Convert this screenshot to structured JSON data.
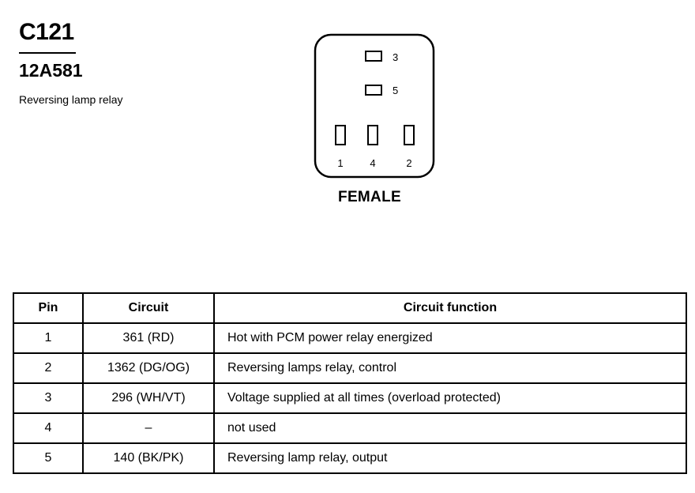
{
  "connector": {
    "id": "C121",
    "part_number": "12A581",
    "description": "Reversing lamp relay"
  },
  "face_view": {
    "label": "FEMALE",
    "cavities": [
      "3",
      "5",
      "1",
      "4",
      "2"
    ]
  },
  "table": {
    "headers": {
      "pin": "Pin",
      "circuit": "Circuit",
      "function": "Circuit function"
    },
    "rows": [
      {
        "pin": "1",
        "circuit": "361 (RD)",
        "function": "Hot with PCM power relay energized"
      },
      {
        "pin": "2",
        "circuit": "1362 (DG/OG)",
        "function": "Reversing lamps relay, control"
      },
      {
        "pin": "3",
        "circuit": "296 (WH/VT)",
        "function": "Voltage supplied at all times (overload protected)"
      },
      {
        "pin": "4",
        "circuit": "–",
        "function": "not used"
      },
      {
        "pin": "5",
        "circuit": "140 (BK/PK)",
        "function": "Reversing lamp relay, output"
      }
    ]
  }
}
